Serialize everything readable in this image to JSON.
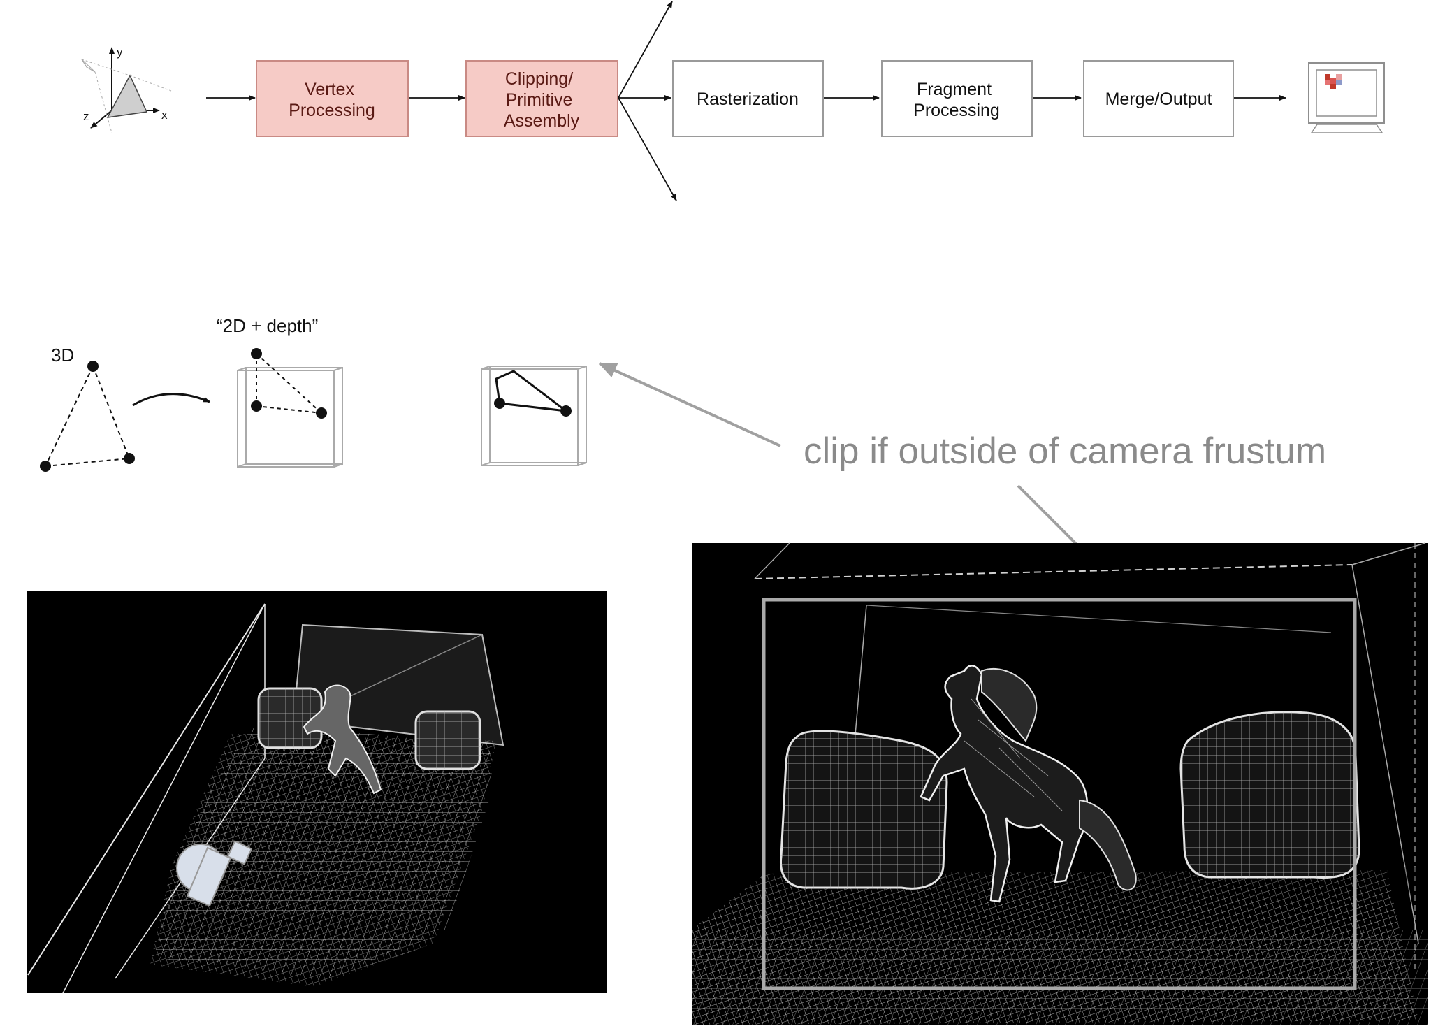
{
  "pipeline": {
    "stages": [
      {
        "label_lines": [
          "Vertex",
          "Processing"
        ],
        "highlight": true
      },
      {
        "label_lines": [
          "Clipping/",
          "Primitive",
          "Assembly"
        ],
        "highlight": true
      },
      {
        "label_lines": [
          "Rasterization"
        ],
        "highlight": false
      },
      {
        "label_lines": [
          "Fragment",
          "Processing"
        ],
        "highlight": false
      },
      {
        "label_lines": [
          "Merge/Output"
        ],
        "highlight": false
      }
    ],
    "axis_labels": {
      "x": "x",
      "y": "y",
      "z": "z"
    },
    "colors": {
      "highlight_fill": "#f6cbc6",
      "highlight_stroke": "#c98a84",
      "box_stroke": "#9a9a9a",
      "text_highlight": "#5a1a14"
    }
  },
  "projection": {
    "label_3d": "3D",
    "label_2d_depth": "“2D + depth”"
  },
  "annotation": {
    "text": "clip if outside of camera frustum",
    "color": "#8a8a8a"
  },
  "renders": {
    "left_caption": "",
    "right_caption": ""
  }
}
